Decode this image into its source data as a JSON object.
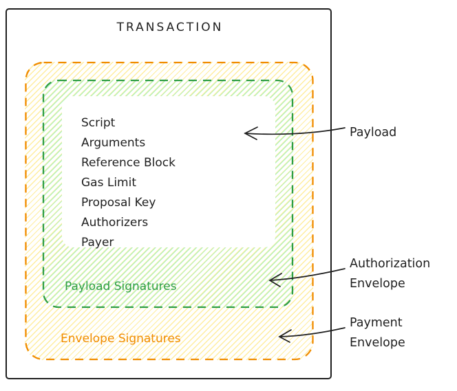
{
  "diagram": {
    "title": "TRANSACTION",
    "payload": {
      "items": [
        "Script",
        "Arguments",
        "Reference Block",
        "Gas Limit",
        "Proposal Key",
        "Authorizers",
        "Payer"
      ]
    },
    "signatures": {
      "payload_label": "Payload Signatures",
      "envelope_label": "Envelope Signatures"
    },
    "annotations": {
      "payload": "Payload",
      "authorization_line1": "Authorization",
      "authorization_line2": "Envelope",
      "payment_line1": "Payment",
      "payment_line2": "Envelope"
    },
    "colors": {
      "outline": "#1e1e1e",
      "envelope_stroke": "#f08c00",
      "envelope_fill": "#ffec99",
      "authorization_stroke": "#2f9e44",
      "authorization_fill": "#b2f2bb"
    }
  }
}
